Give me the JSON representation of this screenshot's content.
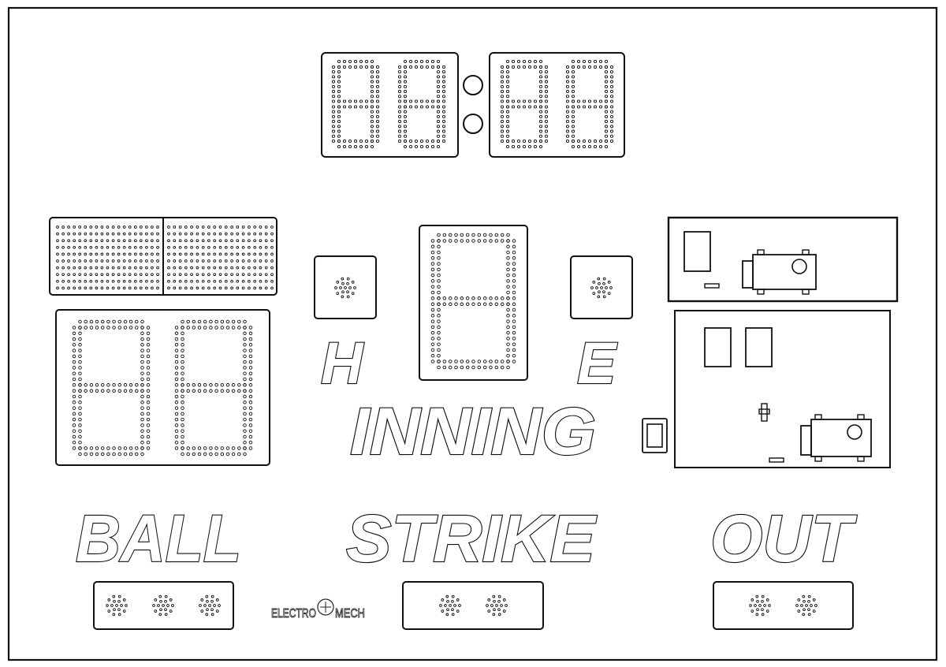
{
  "labels": {
    "hits": "H",
    "errors": "E",
    "inning": "INNING",
    "ball": "BALL",
    "strike": "STRIKE",
    "out": "OUT"
  },
  "logo": {
    "left": "ELECTRO",
    "right": "MECH"
  },
  "indicator_lamps": {
    "ball": 3,
    "strike": 2,
    "out": 2
  },
  "colors": {
    "ink": "#111111",
    "background": "#ffffff"
  }
}
